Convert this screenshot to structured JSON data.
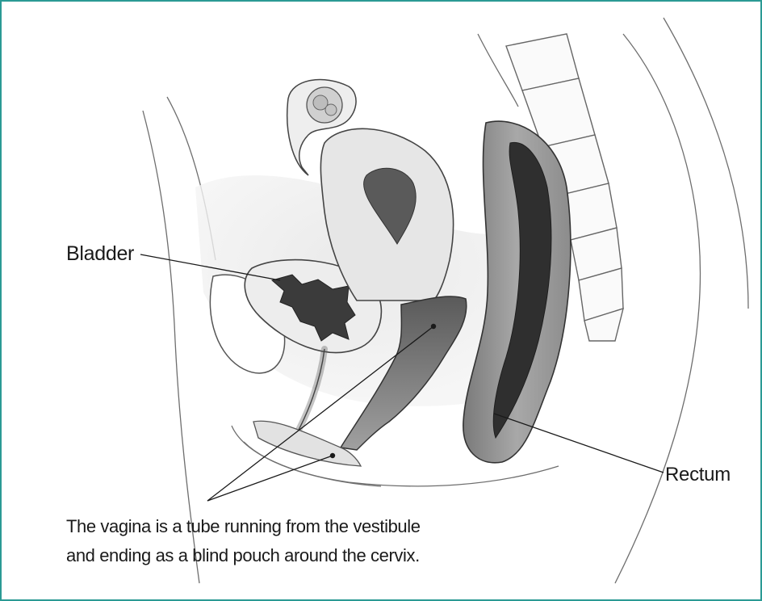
{
  "labels": {
    "bladder": "Bladder",
    "rectum": "Rectum"
  },
  "caption": {
    "line1": "The vagina is a tube running from the vestibule",
    "line2": "and ending as a blind pouch around the cervix."
  },
  "colors": {
    "frame_border": "#2b9a94",
    "tissue_dark": "#3a3a3a",
    "tissue_mid": "#8a8a8a",
    "tissue_light": "#d4d4d4"
  }
}
